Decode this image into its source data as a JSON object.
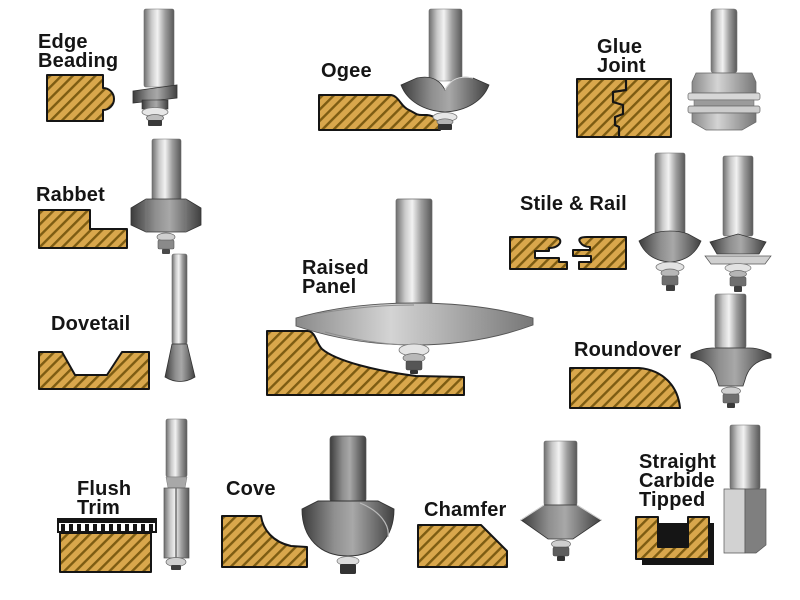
{
  "diagram": {
    "description": "Router bit types with wood profile cross-sections"
  },
  "items": [
    {
      "id": "edge-beading",
      "name": "Edge Beading"
    },
    {
      "id": "ogee",
      "name": "Ogee"
    },
    {
      "id": "glue-joint",
      "name": "Glue Joint"
    },
    {
      "id": "rabbet",
      "name": "Rabbet"
    },
    {
      "id": "stile-rail",
      "name": "Stile & Rail"
    },
    {
      "id": "dovetail",
      "name": "Dovetail"
    },
    {
      "id": "raised-panel",
      "name": "Raised Panel"
    },
    {
      "id": "roundover",
      "name": "Roundover"
    },
    {
      "id": "flush-trim",
      "name": "Flush Trim"
    },
    {
      "id": "cove",
      "name": "Cove"
    },
    {
      "id": "chamfer",
      "name": "Chamfer"
    },
    {
      "id": "straight",
      "name": "Straight Carbide Tipped"
    }
  ],
  "colors": {
    "background": "#ffffff",
    "wood": "#d9a74c",
    "wood_hatch": "#7d5c12",
    "outline": "#151515",
    "laminate": "#151515",
    "metal_light": "#d9d9d9",
    "metal_dark": "#4a4a4a"
  }
}
